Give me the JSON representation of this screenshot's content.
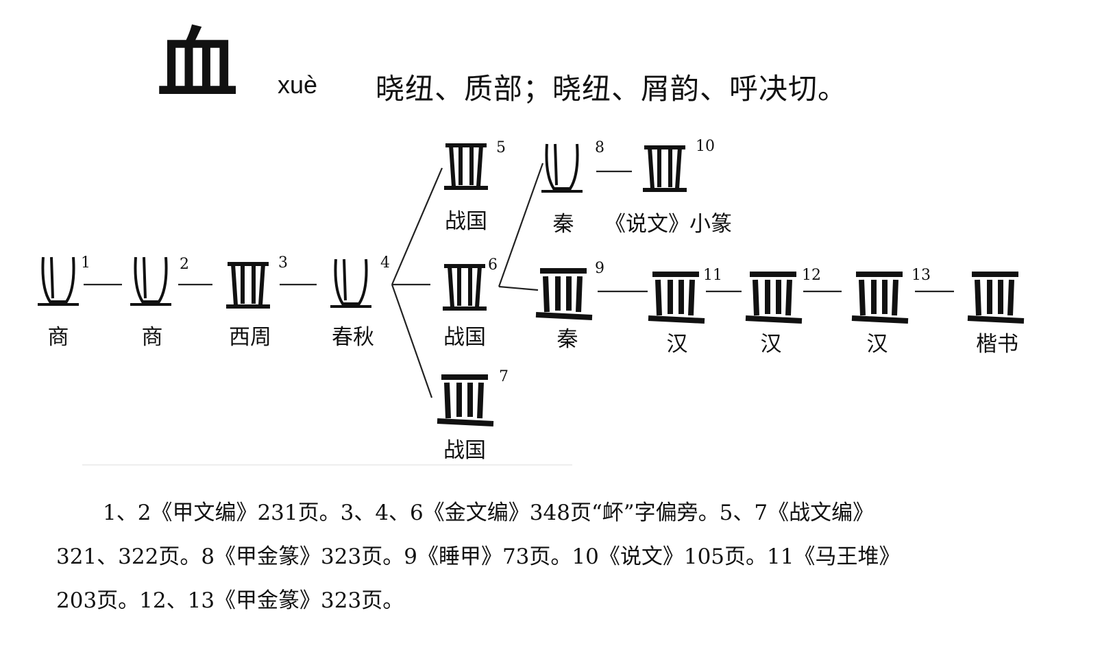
{
  "header": {
    "character": "血",
    "pinyin": "xuè",
    "phonology": "晓纽、质部；晓纽、屑韵、呼决切。"
  },
  "nodes": [
    {
      "num": "1",
      "label": "商"
    },
    {
      "num": "2",
      "label": "商"
    },
    {
      "num": "3",
      "label": "西周"
    },
    {
      "num": "4",
      "label": "春秋"
    },
    {
      "num": "5",
      "label": "战国"
    },
    {
      "num": "6",
      "label": "战国"
    },
    {
      "num": "7",
      "label": "战国"
    },
    {
      "num": "8",
      "label": "秦"
    },
    {
      "num": "10",
      "label": "《说文》小篆"
    },
    {
      "num": "9",
      "label": "秦"
    },
    {
      "num": "11",
      "label": "汉"
    },
    {
      "num": "12",
      "label": "汉"
    },
    {
      "num": "13",
      "label": "汉"
    },
    {
      "num": "",
      "label": "楷书"
    }
  ],
  "notes": {
    "line1": "1、2《甲文编》231页。3、4、6《金文编》348页“衃”字偏旁。5、7《战文编》",
    "line2": "321、322页。8《甲金篆》323页。9《睡甲》73页。10《说文》105页。11《马王堆》",
    "line3": "203页。12、13《甲金篆》323页。"
  }
}
